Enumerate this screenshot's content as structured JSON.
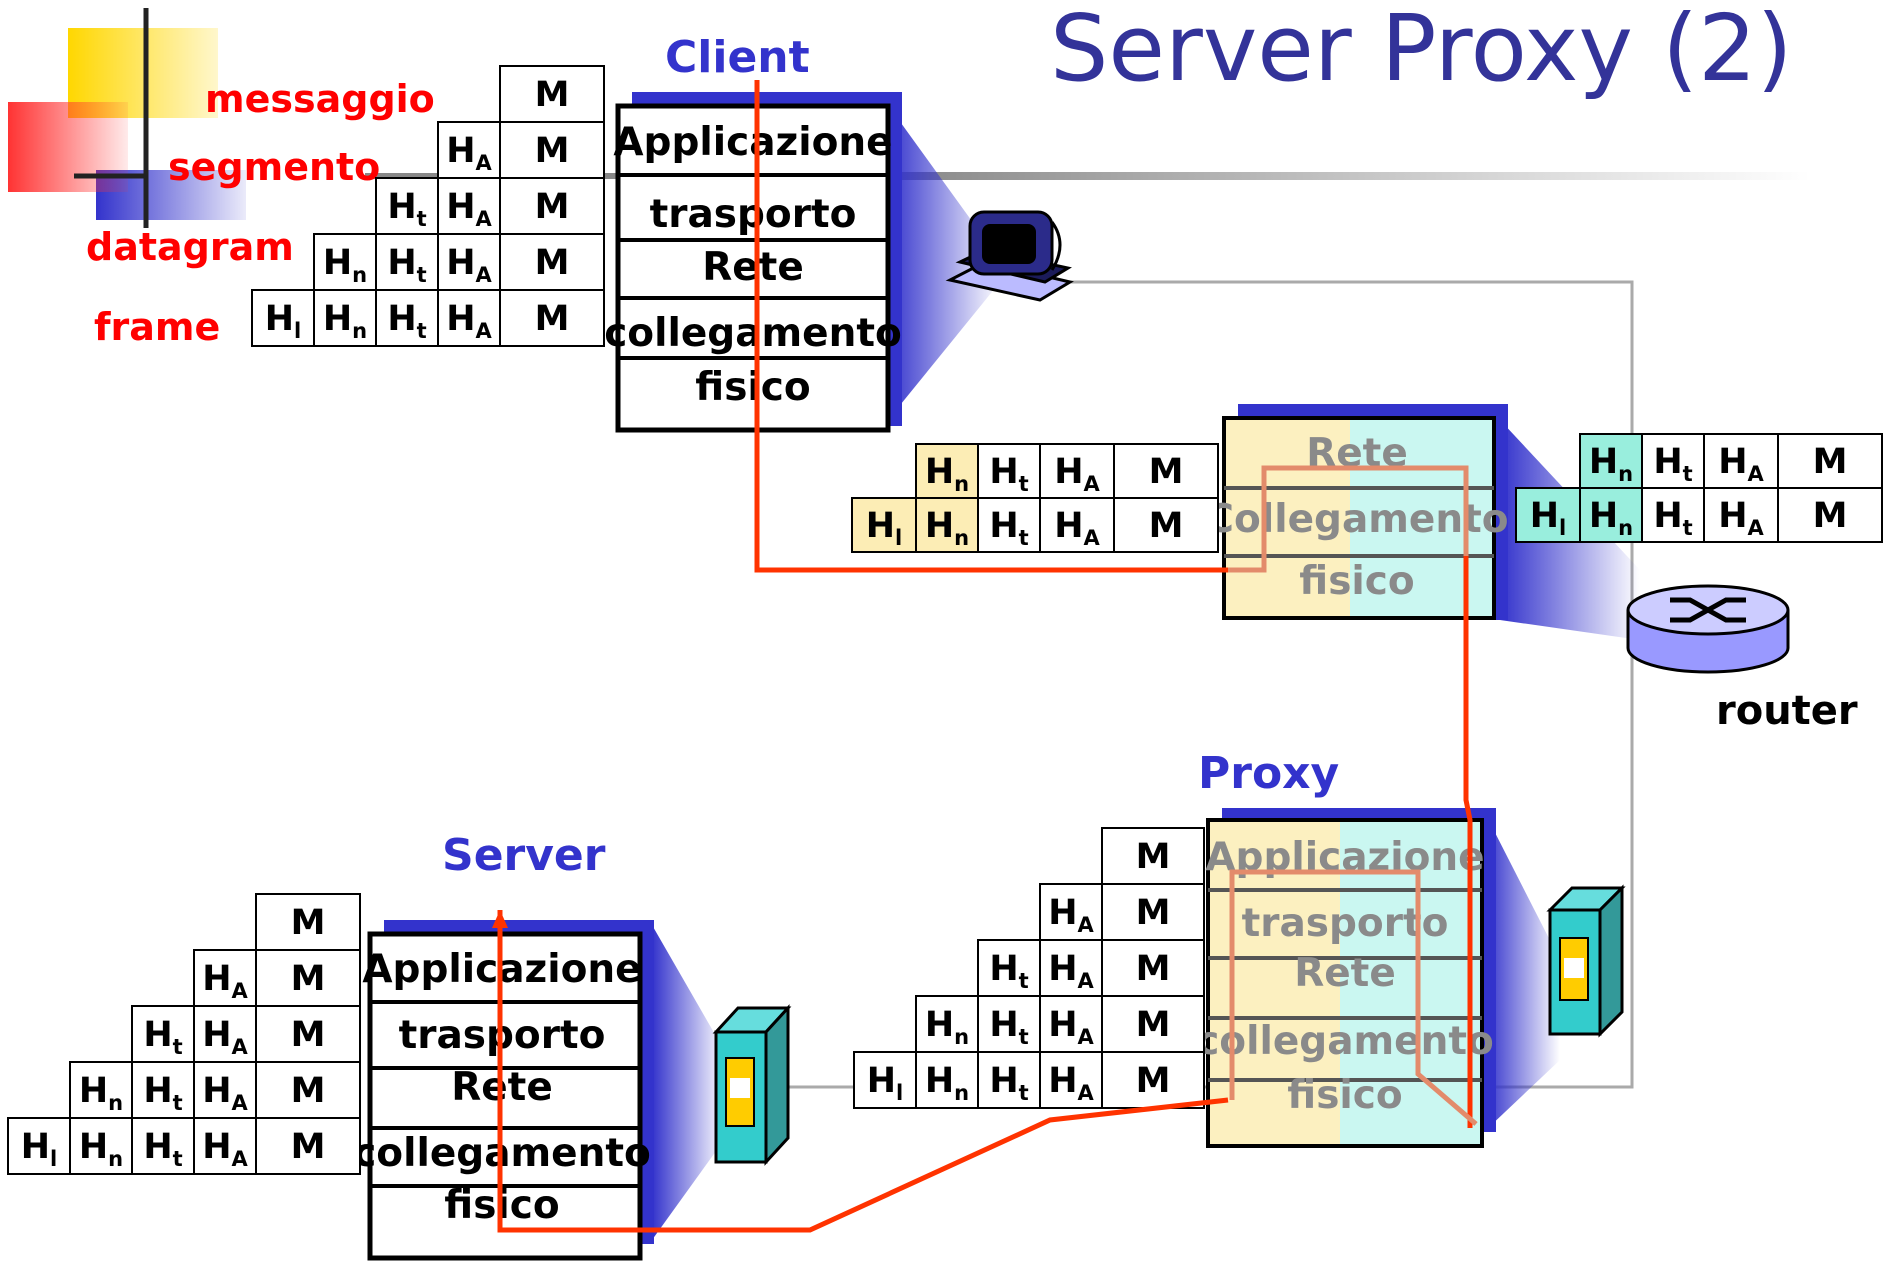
{
  "slide": {
    "title": "Server Proxy (2)"
  },
  "legend": {
    "messaggio": "messaggio",
    "segmento": "segmento",
    "datagram": "datagram",
    "frame": "frame"
  },
  "hosts": {
    "client": "Client",
    "server": "Server",
    "proxy": "Proxy",
    "router": "router"
  },
  "layers": {
    "applicazione": "Applicazione",
    "trasporto": "trasporto",
    "rete": "Rete",
    "collegamento": "collegamento",
    "collegamento_cap": "Collegamento",
    "fisico": "fisico"
  },
  "packet": {
    "message": "M",
    "header_base": "H",
    "app_sub": "A",
    "transport_sub": "t",
    "network_sub": "n",
    "link_sub": "l"
  },
  "colors": {
    "title": "#333399",
    "labels_red": "#ff0000",
    "host_labels": "#3333cc",
    "path_line": "#ff3300",
    "stack_shadow": "#3333cc",
    "yellow_highlight": "#fcedb5",
    "teal_highlight": "#66e8d6"
  }
}
